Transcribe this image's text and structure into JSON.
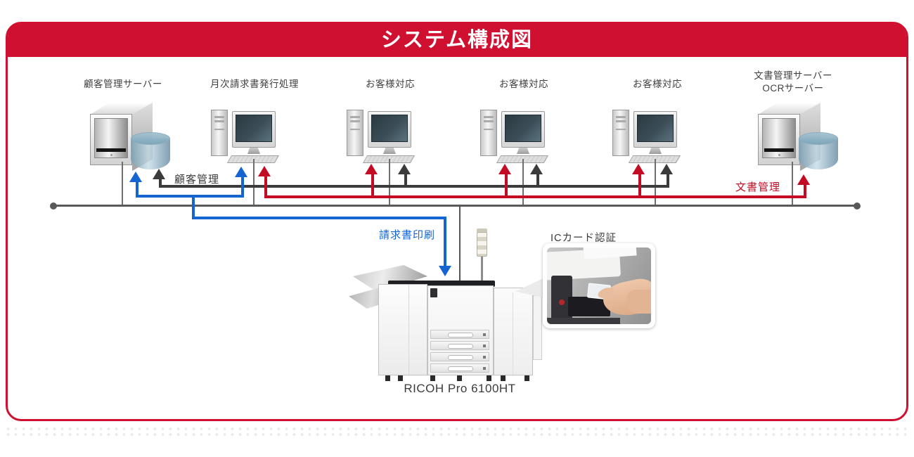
{
  "title": "システム構成図",
  "nodes": [
    {
      "label": "顧客管理サーバー"
    },
    {
      "label": "月次請求書発行処理"
    },
    {
      "label": "お客様対応"
    },
    {
      "label": "お客様対応"
    },
    {
      "label": "お客様対応"
    },
    {
      "label": "文書管理サーバー",
      "label2": "OCRサーバー"
    }
  ],
  "flows": {
    "customer_mgmt": {
      "label": "顧客管理",
      "color": "#3b3b3b"
    },
    "doc_mgmt": {
      "label": "文書管理",
      "color": "#c30b23"
    },
    "invoice_print": {
      "label": "請求書印刷",
      "color": "#1464d2"
    }
  },
  "printer": {
    "model": "RICOH Pro 6100HT"
  },
  "callout": {
    "label": "ICカード認証"
  },
  "colors": {
    "brand_red": "#d01031",
    "bus_grey": "#58595b"
  }
}
